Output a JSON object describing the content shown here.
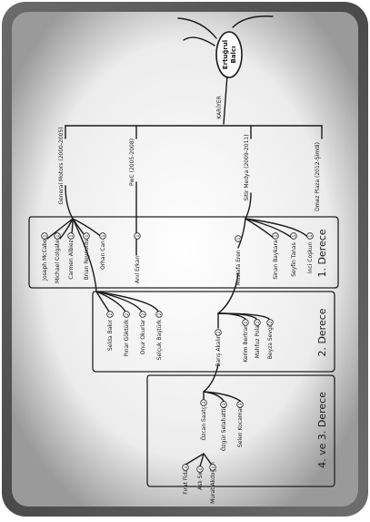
{
  "root": {
    "line1": "Ertuğrul",
    "line2": "Balcı"
  },
  "trunk_label": "KARİYER",
  "branches": [
    {
      "label": "General Motors (2000-2005)"
    },
    {
      "label": "PwC (2005-2008)"
    },
    {
      "label": "Sitir Medya (2009-2011)"
    },
    {
      "label": "Dmez Plaza (2012-Şimdi)"
    }
  ],
  "level_titles": [
    "1. Derece",
    "2. Derece",
    "4. ve 3. Derece"
  ],
  "level1": [
    {
      "name": "Joseph McCabe",
      "badge": "1"
    },
    {
      "name": "Michael Colgate",
      "badge": "1"
    },
    {
      "name": "Carmen Albiez",
      "badge": "1"
    },
    {
      "name": "Brian Reynolds",
      "badge": "1"
    },
    {
      "name": "Orhan Can",
      "badge": "1"
    },
    {
      "name": "Anıl Erkan",
      "badge": "1"
    },
    {
      "name": "Mustafa Eren",
      "badge": "1"
    },
    {
      "name": "Sinan Baykara",
      "badge": "1"
    },
    {
      "name": "Seyfin Tanas",
      "badge": "1"
    },
    {
      "name": "İnci Coşkun",
      "badge": "1"
    }
  ],
  "level2": [
    {
      "name": "Selda Bakır",
      "badge": "2"
    },
    {
      "name": "Pınar Göktürk",
      "badge": "2"
    },
    {
      "name": "Onur Okurlar",
      "badge": "2"
    },
    {
      "name": "Selçuk Baştürk",
      "badge": "2"
    },
    {
      "name": "Barış Akalın",
      "badge": "2"
    },
    {
      "name": "Kerim Bertrand",
      "badge": "2"
    },
    {
      "name": "Mahfuz Polat",
      "badge": "2"
    },
    {
      "name": "Beyza Sevgül",
      "badge": "2"
    }
  ],
  "level3": [
    {
      "name": "Özcan Saatçı",
      "badge": "3"
    },
    {
      "name": "Özgür Selahattin",
      "badge": "3"
    },
    {
      "name": "Selen Kocaman",
      "badge": "3"
    }
  ],
  "level4": [
    {
      "name": "Fırat Fidan",
      "badge": "4"
    },
    {
      "name": "Aslı Sım",
      "badge": "4"
    },
    {
      "name": "Murat Akdoğan",
      "badge": "4"
    }
  ]
}
